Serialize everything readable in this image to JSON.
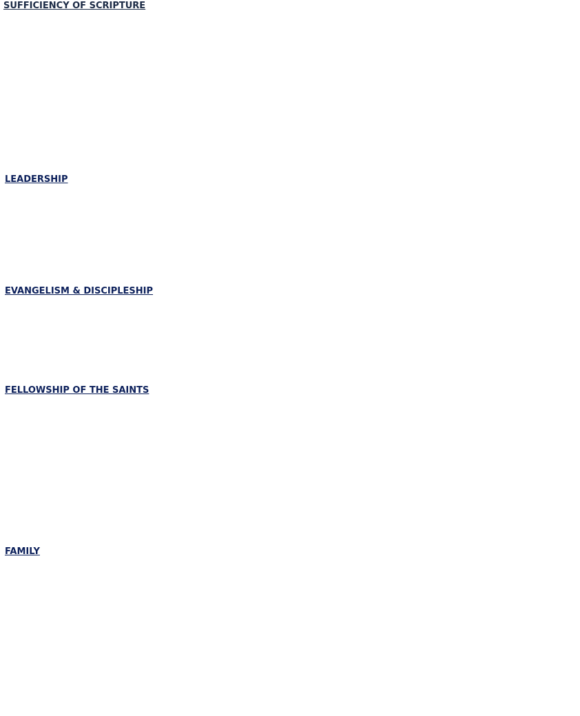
{
  "sections": [
    {
      "title": "SUFFICIENCY OF SCRIPTURE"
    },
    {
      "title": "LEADERSHIP"
    },
    {
      "title": "EVANGELISM & DISCIPLESHIP"
    },
    {
      "title": "FELLOWSHIP OF THE SAINTS"
    },
    {
      "title": "FAMILY"
    }
  ],
  "colors": {
    "first_heading": "#1b2a45",
    "heading": "#0b1f5a"
  }
}
